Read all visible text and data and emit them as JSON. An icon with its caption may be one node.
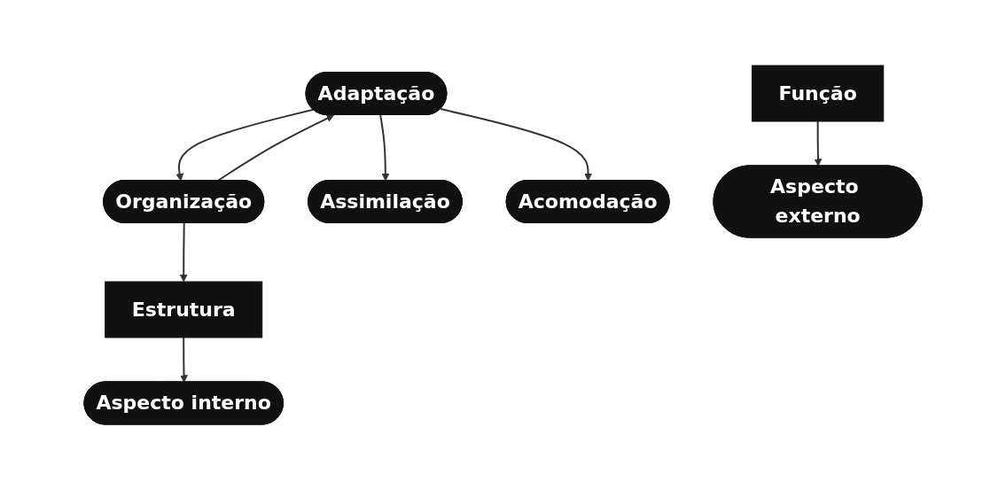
{
  "diagram": {
    "nodes": [
      {
        "text": [
          "Adaptação"
        ]
      },
      {
        "text": [
          "Organização"
        ]
      },
      {
        "text": [
          "Assimilação"
        ]
      },
      {
        "text": [
          "Acomodação"
        ]
      },
      {
        "text": [
          "Função"
        ]
      },
      {
        "text": [
          "Aspecto externo"
        ]
      },
      {
        "text": [
          "Estrutura"
        ]
      },
      {
        "text": [
          "Aspecto interno"
        ]
      }
    ],
    "edges": [
      {
        "from": 0,
        "to": 1,
        "arrow": "to"
      },
      {
        "from": 1,
        "to": 0,
        "arrow": "to"
      },
      {
        "from": 0,
        "to": 2,
        "arrow": "to"
      },
      {
        "from": 0,
        "to": 3,
        "arrow": "to"
      },
      {
        "from": 1,
        "to": 6,
        "arrow": "to"
      },
      {
        "from": 6,
        "to": 7,
        "arrow": "to"
      },
      {
        "from": 4,
        "to": 5,
        "arrow": "to"
      }
    ]
  }
}
